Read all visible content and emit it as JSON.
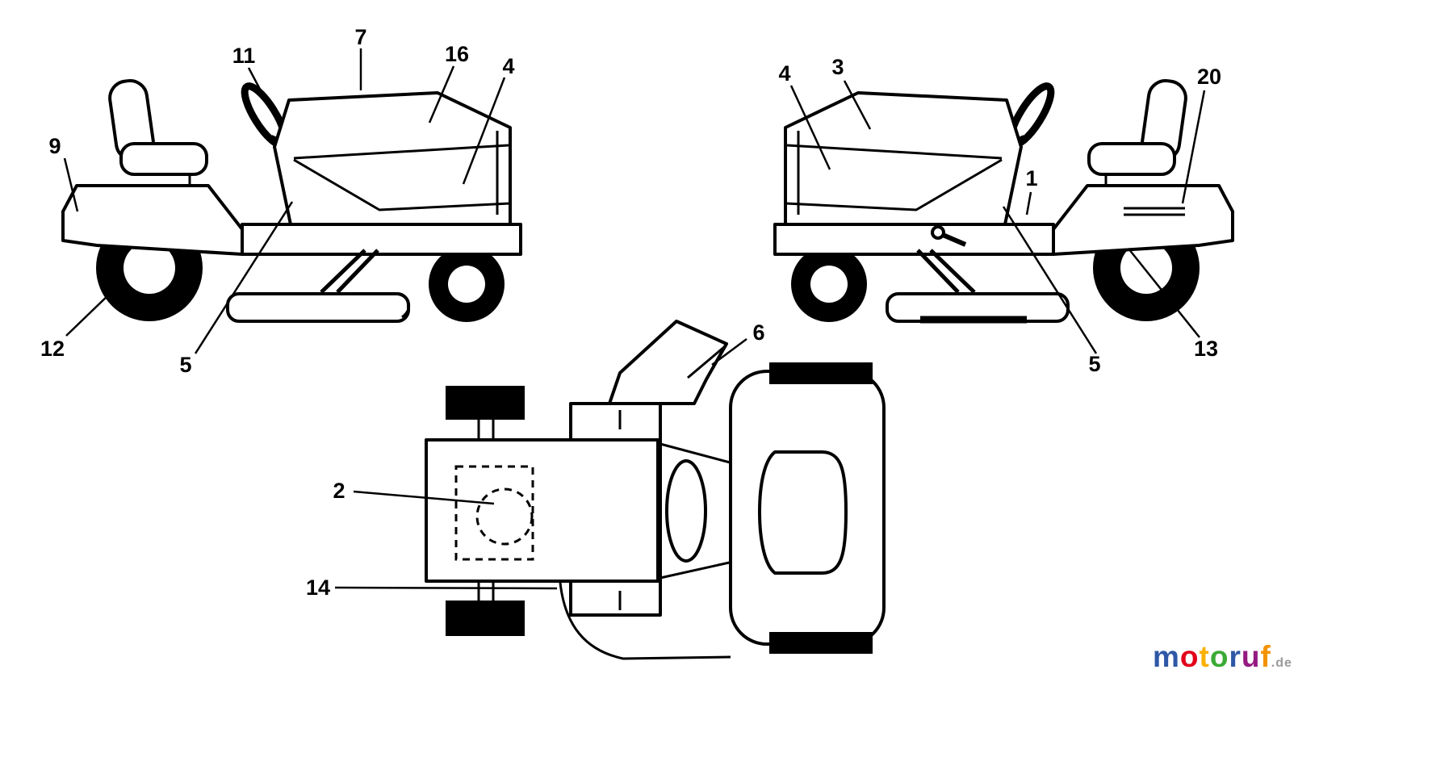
{
  "diagram": {
    "background": "#ffffff",
    "line_color": "#000000",
    "views": {
      "left_side": {
        "name": "left-side-view",
        "callouts": [
          {
            "label": "9"
          },
          {
            "label": "11"
          },
          {
            "label": "7"
          },
          {
            "label": "16"
          },
          {
            "label": "4"
          },
          {
            "label": "12"
          },
          {
            "label": "5"
          }
        ]
      },
      "right_side": {
        "name": "right-side-view",
        "callouts": [
          {
            "label": "4"
          },
          {
            "label": "3"
          },
          {
            "label": "20"
          },
          {
            "label": "1"
          },
          {
            "label": "5"
          },
          {
            "label": "13"
          }
        ]
      },
      "top": {
        "name": "top-view",
        "callouts": [
          {
            "label": "6"
          },
          {
            "label": "2"
          },
          {
            "label": "14"
          }
        ]
      }
    }
  },
  "logo": {
    "text": "motoruf",
    "suffix": ".de",
    "suffix_color": "#9a9a9a",
    "letters": [
      {
        "char": "m",
        "color": "#2e58a6"
      },
      {
        "char": "o",
        "color": "#e2001a"
      },
      {
        "char": "t",
        "color": "#f9b000"
      },
      {
        "char": "o",
        "color": "#3aaa35"
      },
      {
        "char": "r",
        "color": "#2e58a6"
      },
      {
        "char": "u",
        "color": "#951b81"
      },
      {
        "char": "f",
        "color": "#f39200"
      }
    ]
  }
}
